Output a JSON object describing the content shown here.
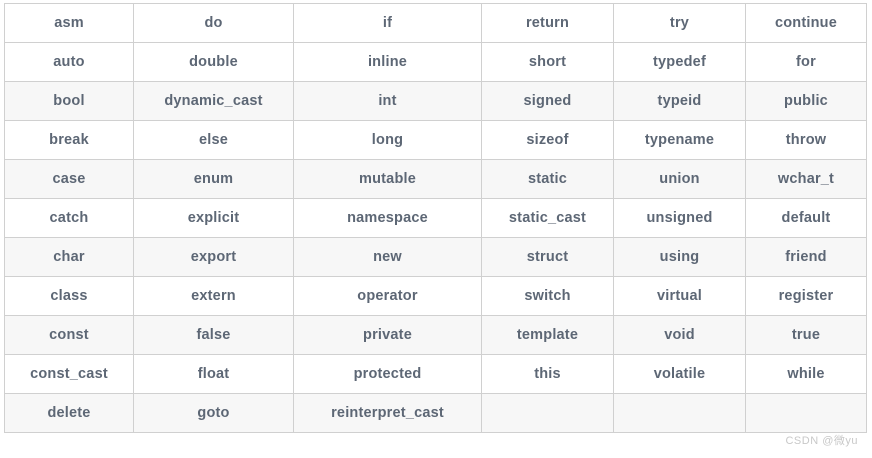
{
  "table": {
    "kind": "cpp-keywords-grid",
    "columns": 6,
    "rows": 11,
    "stripe_color": "#f7f7f7",
    "base_color": "#ffffff",
    "border_color": "#d0d0d0",
    "text_color": "#5d6775",
    "row_shading": [
      "plain",
      "plain",
      "shaded",
      "plain",
      "shaded",
      "plain",
      "shaded",
      "plain",
      "shaded",
      "plain",
      "shaded"
    ],
    "cells": [
      [
        "asm",
        "do",
        "if",
        "return",
        "try",
        "continue"
      ],
      [
        "auto",
        "double",
        "inline",
        "short",
        "typedef",
        "for"
      ],
      [
        "bool",
        "dynamic_cast",
        "int",
        "signed",
        "typeid",
        "public"
      ],
      [
        "break",
        "else",
        "long",
        "sizeof",
        "typename",
        "throw"
      ],
      [
        "case",
        "enum",
        "mutable",
        "static",
        "union",
        "wchar_t"
      ],
      [
        "catch",
        "explicit",
        "namespace",
        "static_cast",
        "unsigned",
        "default"
      ],
      [
        "char",
        "export",
        "new",
        "struct",
        "using",
        "friend"
      ],
      [
        "class",
        "extern",
        "operator",
        "switch",
        "virtual",
        "register"
      ],
      [
        "const",
        "false",
        "private",
        "template",
        "void",
        "true"
      ],
      [
        "const_cast",
        "float",
        "protected",
        "this",
        "volatile",
        "while"
      ],
      [
        "delete",
        "goto",
        "reinterpret_cast",
        "",
        "",
        ""
      ]
    ]
  },
  "watermark": {
    "text": "CSDN @微yu",
    "color": "#c8c8c8"
  }
}
